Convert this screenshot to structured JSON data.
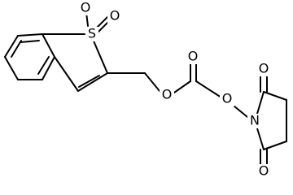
{
  "molecule": {
    "atoms": {
      "sulfur": "S",
      "sulfone_oxygen_left": "O",
      "sulfone_oxygen_right": "O",
      "ester_oxygen": "O",
      "carbonyl_oxygen": "O",
      "n_oxygen": "O",
      "nitrogen": "N",
      "imide_oxygen_top": "O",
      "imide_oxygen_bottom": "O"
    }
  }
}
